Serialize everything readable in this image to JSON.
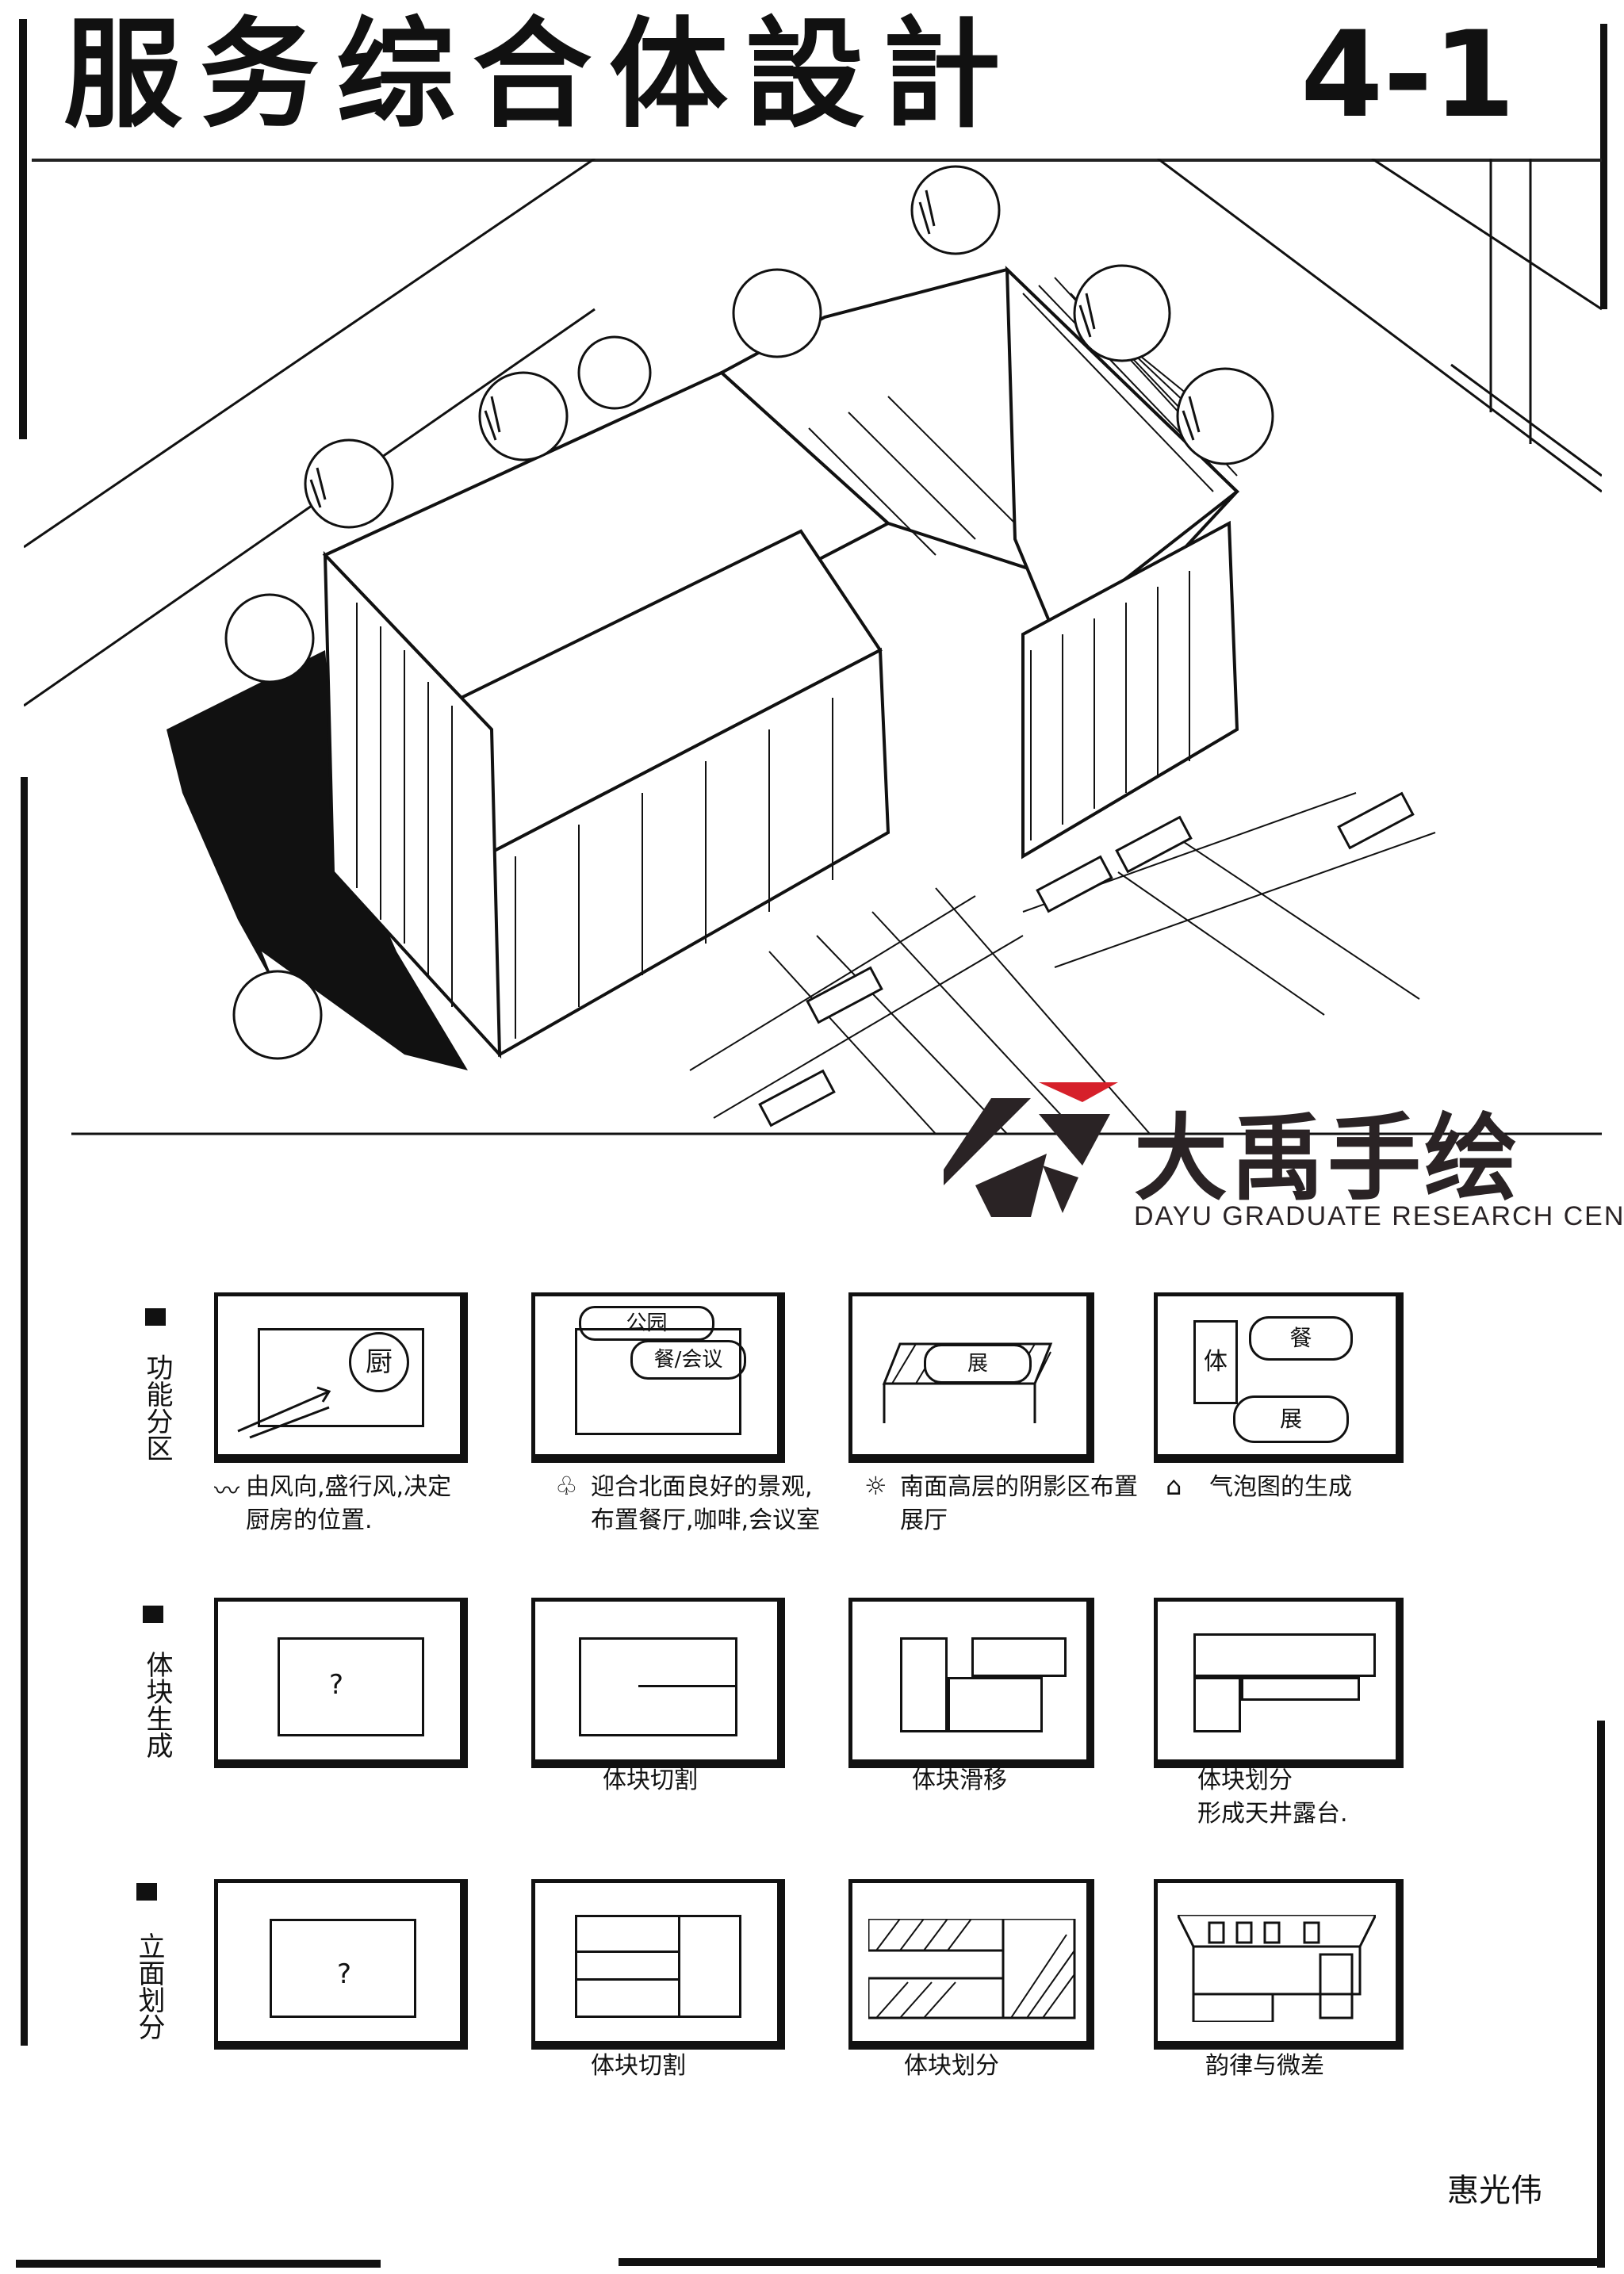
{
  "header": {
    "title": "服务综合体設計",
    "sheet_number": "4-1"
  },
  "logo": {
    "name": "大禹手绘",
    "subtitle": "DAYU GRADUATE RESEARCH CENTER"
  },
  "rows": [
    {
      "label": "功能分区",
      "panels": [
        {
          "inner_text": "厨",
          "caption": "由风向,盛行风,决定\n厨房的位置.",
          "icon": "wind-icon"
        },
        {
          "inner_text_top": "公园",
          "inner_text": "餐/会议",
          "caption": "迎合北面良好的景观,\n布置餐厅,咖啡,会议室",
          "icon": "tree-icon"
        },
        {
          "inner_text": "展",
          "caption": "南面高层的阴影区布置\n展厅",
          "icon": "sun-icon"
        },
        {
          "inner_text_left": "体",
          "inner_text": "餐",
          "inner_text_bottom": "展",
          "caption": "气泡图的生成",
          "icon": "house-icon"
        }
      ]
    },
    {
      "label": "体块生成",
      "panels": [
        {
          "inner_text": "?",
          "caption": ""
        },
        {
          "inner_text": "",
          "caption": "体块切割"
        },
        {
          "inner_text": "",
          "caption": "体块滑移"
        },
        {
          "inner_text": "",
          "caption": "体块划分\n形成天井露台."
        }
      ]
    },
    {
      "label": "立面划分",
      "panels": [
        {
          "inner_text": "?",
          "caption": ""
        },
        {
          "inner_text": "",
          "caption": "体块切割"
        },
        {
          "inner_text": "",
          "caption": "体块划分"
        },
        {
          "inner_text": "",
          "caption": "韵律与微差"
        }
      ]
    }
  ],
  "signature": "惠光伟"
}
